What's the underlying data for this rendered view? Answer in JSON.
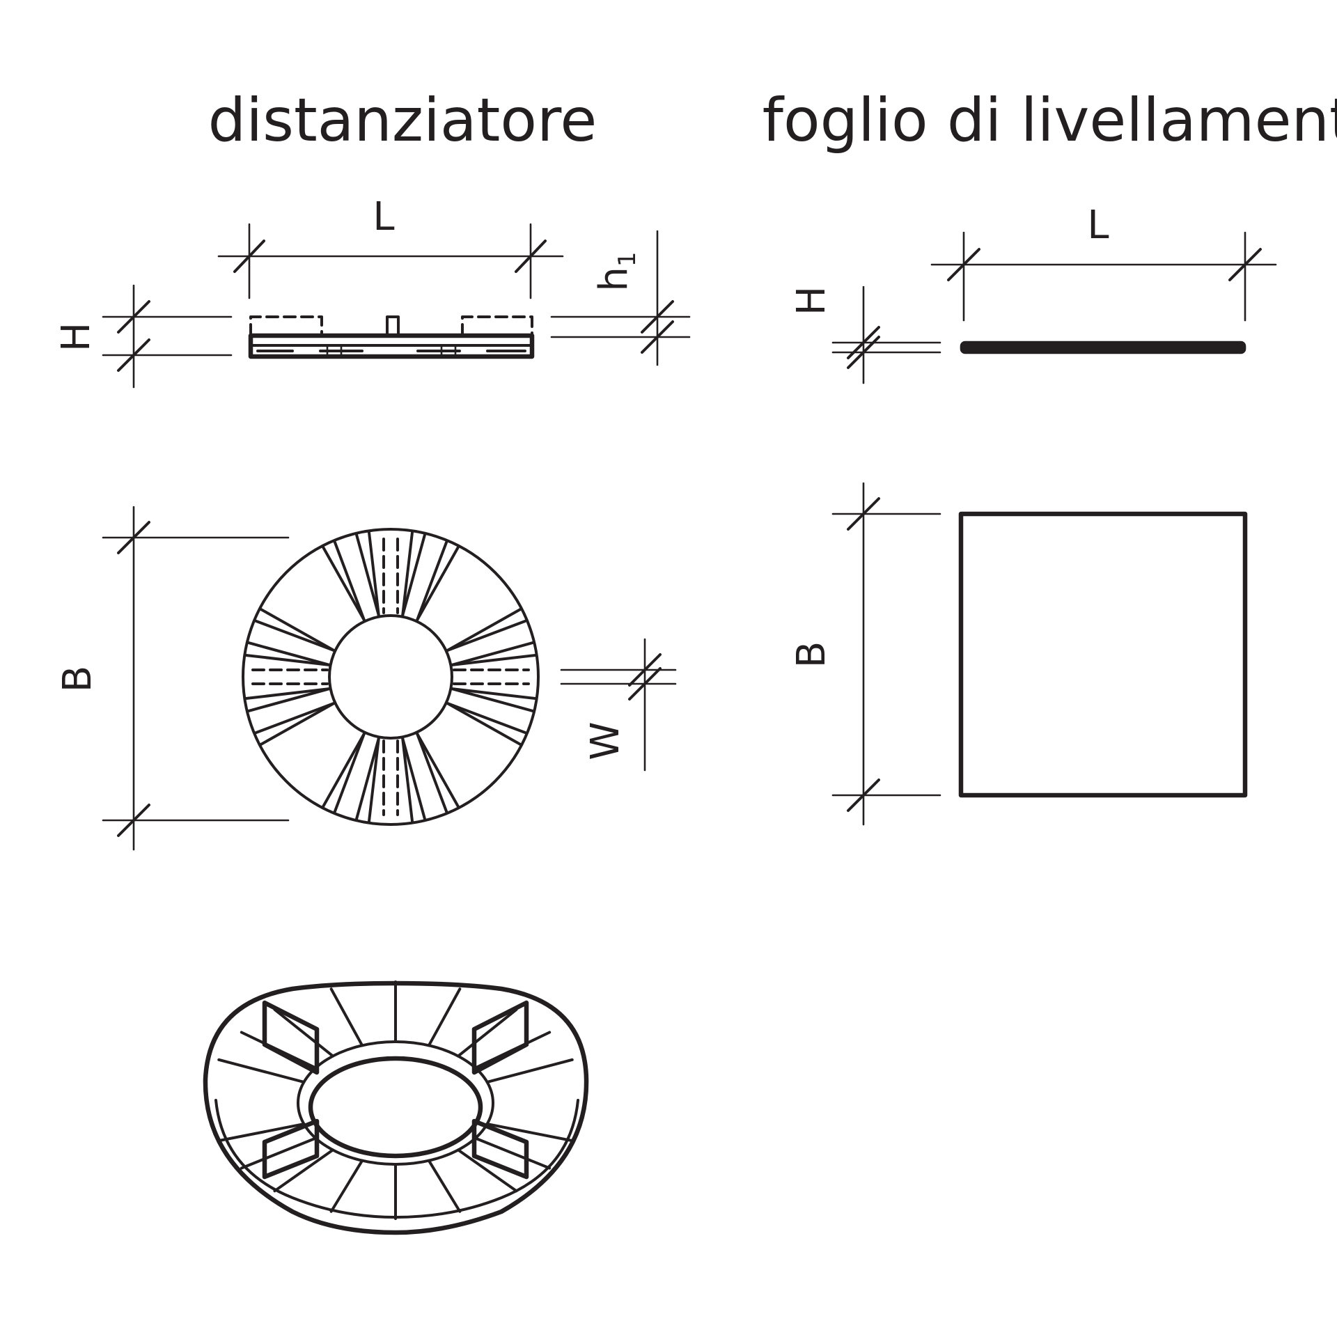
{
  "titles": {
    "left": "distanziatore",
    "right": "foglio di livellamento"
  },
  "dimensions": {
    "spacer": {
      "length": "L",
      "height": "H",
      "h_main": "h",
      "h_sub": "1",
      "diameter": "B",
      "slot_width": "W"
    },
    "sheet": {
      "length": "L",
      "height": "H",
      "width": "B"
    }
  },
  "colors": {
    "ink": "#231f20",
    "background": "#ffffff"
  }
}
